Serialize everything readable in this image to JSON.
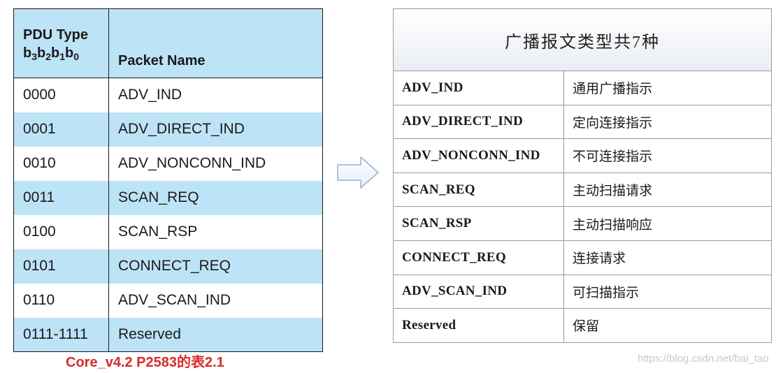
{
  "left_table": {
    "header": {
      "type_line1": "PDU Type",
      "bits": [
        "b",
        "3",
        "b",
        "2",
        "b",
        "1",
        "b",
        "0"
      ],
      "name": "Packet Name"
    },
    "rows": [
      {
        "type": "0000",
        "name": "ADV_IND"
      },
      {
        "type": "0001",
        "name": "ADV_DIRECT_IND"
      },
      {
        "type": "0010",
        "name": "ADV_NONCONN_IND"
      },
      {
        "type": "0011",
        "name": "SCAN_REQ"
      },
      {
        "type": "0100",
        "name": "SCAN_RSP"
      },
      {
        "type": "0101",
        "name": "CONNECT_REQ"
      },
      {
        "type": "0110",
        "name": "ADV_SCAN_IND"
      },
      {
        "type": "0111-1111",
        "name": "Reserved"
      }
    ],
    "caption": "Core_v4.2 P2583的表2.1"
  },
  "right_table": {
    "title": "广播报文类型共7种",
    "rows": [
      {
        "code": "ADV_IND",
        "desc": "通用广播指示"
      },
      {
        "code": "ADV_DIRECT_IND",
        "desc": "定向连接指示"
      },
      {
        "code": "ADV_NONCONN_IND",
        "desc": "不可连接指示"
      },
      {
        "code": "SCAN_REQ",
        "desc": "主动扫描请求"
      },
      {
        "code": "SCAN_RSP",
        "desc": "主动扫描响应"
      },
      {
        "code": "CONNECT_REQ",
        "desc": "连接请求"
      },
      {
        "code": "ADV_SCAN_IND",
        "desc": "可扫描指示"
      },
      {
        "code": "Reserved",
        "desc": "保留"
      }
    ]
  },
  "watermark": "https://blog.csdn.net/bai_tao",
  "icons": {
    "arrow": "right-arrow-icon"
  },
  "colors": {
    "header_blue": "#bde3f7",
    "caption_red": "#d92a2a",
    "arrow_blue": "#8fb4d6"
  }
}
